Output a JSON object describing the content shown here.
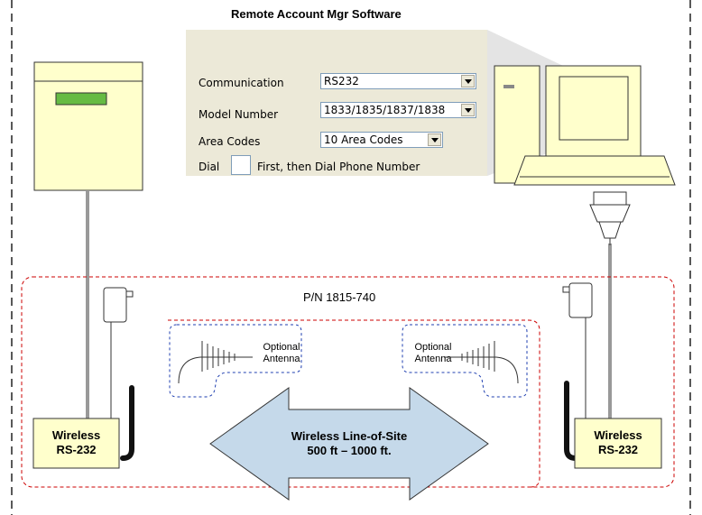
{
  "title": "Remote Account Mgr Software",
  "panel": {
    "communication_label": "Communication",
    "communication_value": "RS232",
    "model_label": "Model Number",
    "model_value": "1833/1835/1837/1838",
    "area_label": "Area Codes",
    "area_value": "10 Area Codes",
    "dial_label": "Dial",
    "dial_suffix": "First, then Dial Phone Number"
  },
  "part_number": "P/N 1815-740",
  "left_module": {
    "line1": "Wireless",
    "line2": "RS-232"
  },
  "right_module": {
    "line1": "Wireless",
    "line2": "RS-232"
  },
  "left_antenna": {
    "line1": "Optional",
    "line2": "Antenna"
  },
  "right_antenna": {
    "line1": "Optional",
    "line2": "Antenna"
  },
  "arrow": {
    "line1": "Wireless Line-of-Site",
    "line2": "500 ft – 1000 ft."
  },
  "colors": {
    "panel_bg": "#ece9d8",
    "module_fill": "#ffffcc",
    "arrow_fill": "#c5d9ea",
    "red_dash": "#cc0000",
    "blue_dash": "#1f3fb0",
    "display": "#66bb44"
  }
}
